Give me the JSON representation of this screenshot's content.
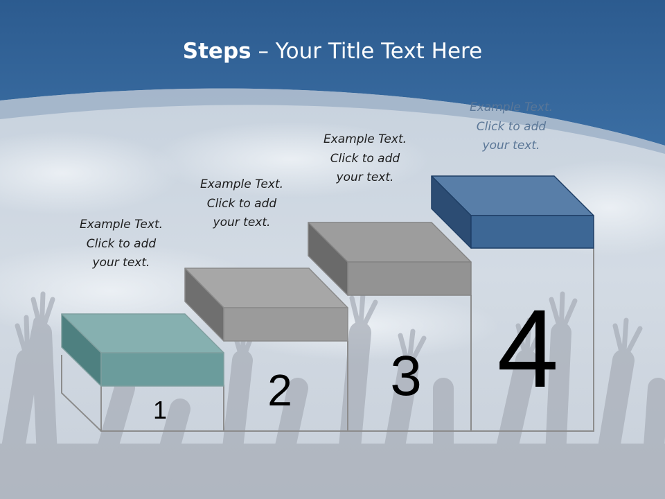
{
  "title": {
    "bold": "Steps",
    "rest": " – Your Title Text Here"
  },
  "steps": [
    {
      "number": "1",
      "lines": [
        "Example Text.",
        "Click  to add",
        "your text."
      ]
    },
    {
      "number": "2",
      "lines": [
        "Example Text.",
        "Click  to add",
        "your text."
      ]
    },
    {
      "number": "3",
      "lines": [
        "Example Text.",
        "Click  to add",
        "your text."
      ]
    },
    {
      "number": "4",
      "lines": [
        "Example Text.",
        "Click  to add",
        "your text."
      ]
    }
  ],
  "colors": {
    "header_blue": "#2e5f95",
    "step1": "#6d9e9e",
    "step2": "#a3a3a3",
    "step3": "#9a9a9a",
    "step4": "#3e6896"
  }
}
